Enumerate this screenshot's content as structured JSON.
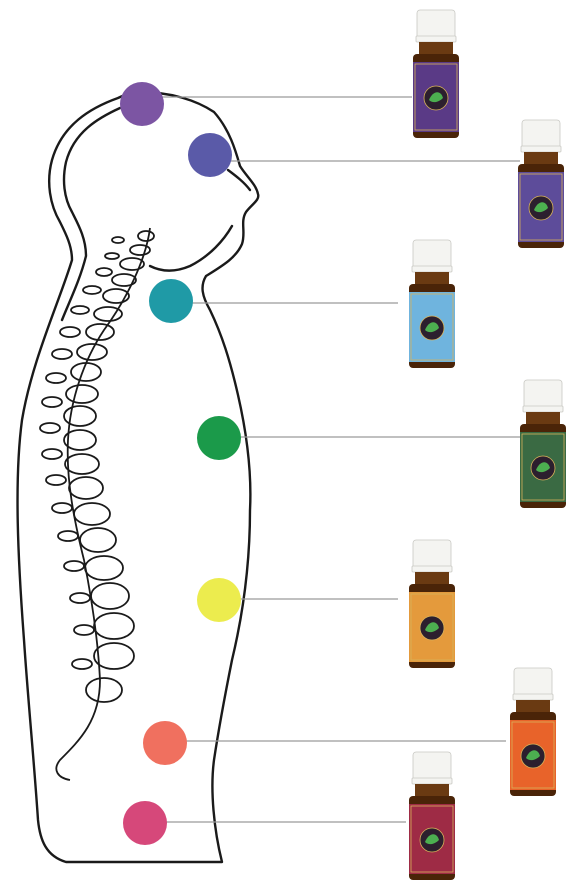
{
  "diagram": {
    "chakras": [
      {
        "id": "crown",
        "color": "#7c55a3",
        "bottle_label": "#5a3a86"
      },
      {
        "id": "third-eye",
        "color": "#5a5aa8",
        "bottle_label": "#5d4c9a"
      },
      {
        "id": "throat",
        "color": "#1f9aa6",
        "bottle_label": "#6fb4de"
      },
      {
        "id": "heart",
        "color": "#1b9a4a",
        "bottle_label": "#3a6a43"
      },
      {
        "id": "solar-plexus",
        "color": "#ecec4e",
        "bottle_label": "#e49a3c"
      },
      {
        "id": "sacral",
        "color": "#f0705f",
        "bottle_label": "#e8632a"
      },
      {
        "id": "root",
        "color": "#d6487a",
        "bottle_label": "#9e2b45"
      }
    ],
    "connector_color": "#9a9a9a",
    "outline_color": "#1a1a1a"
  }
}
